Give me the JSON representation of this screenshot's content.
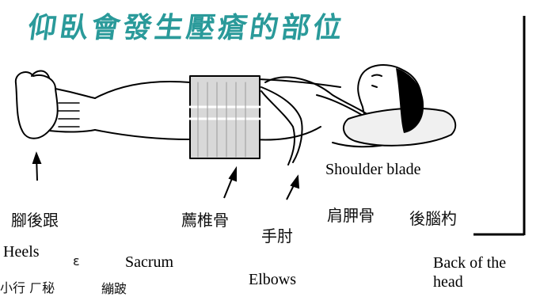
{
  "title": "仰臥會發生壓瘡的部位",
  "labels_cn": {
    "heels": "腳後跟",
    "sacrum": "薦椎骨",
    "elbows": "手肘",
    "shoulder": "肩胛骨",
    "head": "後腦杓"
  },
  "labels_en": {
    "shoulder": "Shoulder blade",
    "heels": "Heels",
    "sacrum": "Sacrum",
    "elbows": "Elbows",
    "head_line1": "Back of the",
    "head_line2": "head"
  },
  "fragments": {
    "left": "小行 ㄏ秘",
    "mid": "繃跛",
    "tiny": "ɛ"
  },
  "colors": {
    "title": "#2a9a9a",
    "ink": "#000000",
    "pillow_shadow": "#888888"
  }
}
